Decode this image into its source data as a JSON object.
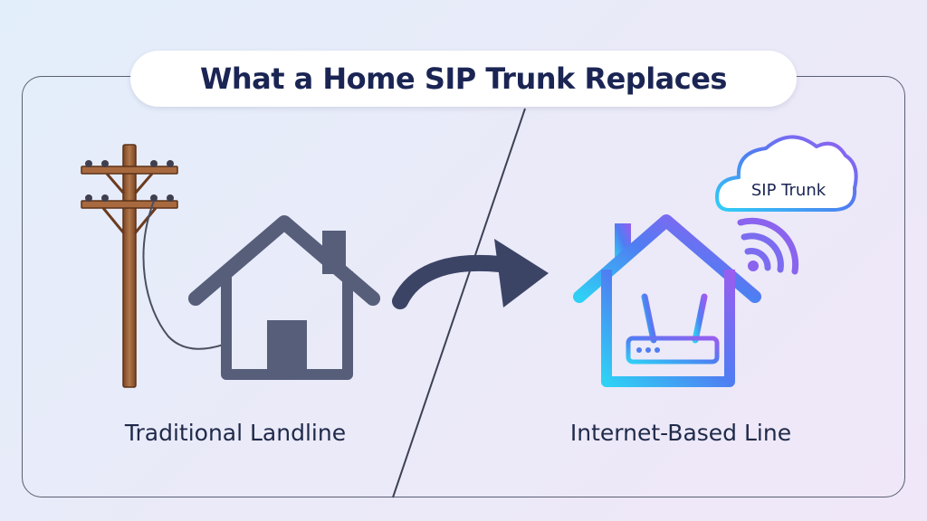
{
  "title": "What a Home SIP Trunk Replaces",
  "left": {
    "caption": "Traditional Landline"
  },
  "right": {
    "caption": "Internet-Based Line",
    "cloud_label": "SIP Trunk"
  },
  "icons": [
    "utility-pole-icon",
    "house-icon",
    "curved-arrow-icon",
    "house-router-icon",
    "router-icon",
    "cloud-icon",
    "wifi-signal-icon"
  ],
  "colors": {
    "title_text": "#1a2554",
    "house_gray": "#565e7a",
    "pole_brown": "#9a5f3a",
    "gradient_start": "#2fd0f5",
    "gradient_mid": "#4f7df2",
    "gradient_end": "#9a5df0",
    "frame_line": "#5a5f72"
  }
}
